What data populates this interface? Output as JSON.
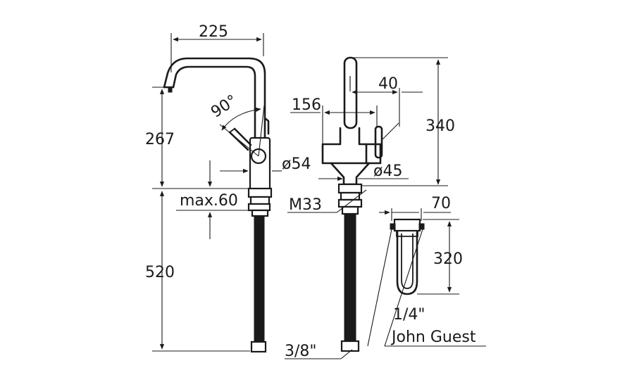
{
  "dimensions": {
    "spout_reach": "225",
    "swivel_angle": "90°",
    "spout_height": "267",
    "body_diameter_left": "ø54",
    "max_deck": "max.60",
    "shank_length": "520",
    "connection": "3/8\"",
    "outlet_offset": "156",
    "lever_offset": "40",
    "total_height": "340",
    "body_diameter_right": "ø45",
    "thread": "M33",
    "filter_width": "70",
    "filter_height": "320",
    "filter_connection": "1/4\"",
    "filter_fitting": "John Guest"
  }
}
